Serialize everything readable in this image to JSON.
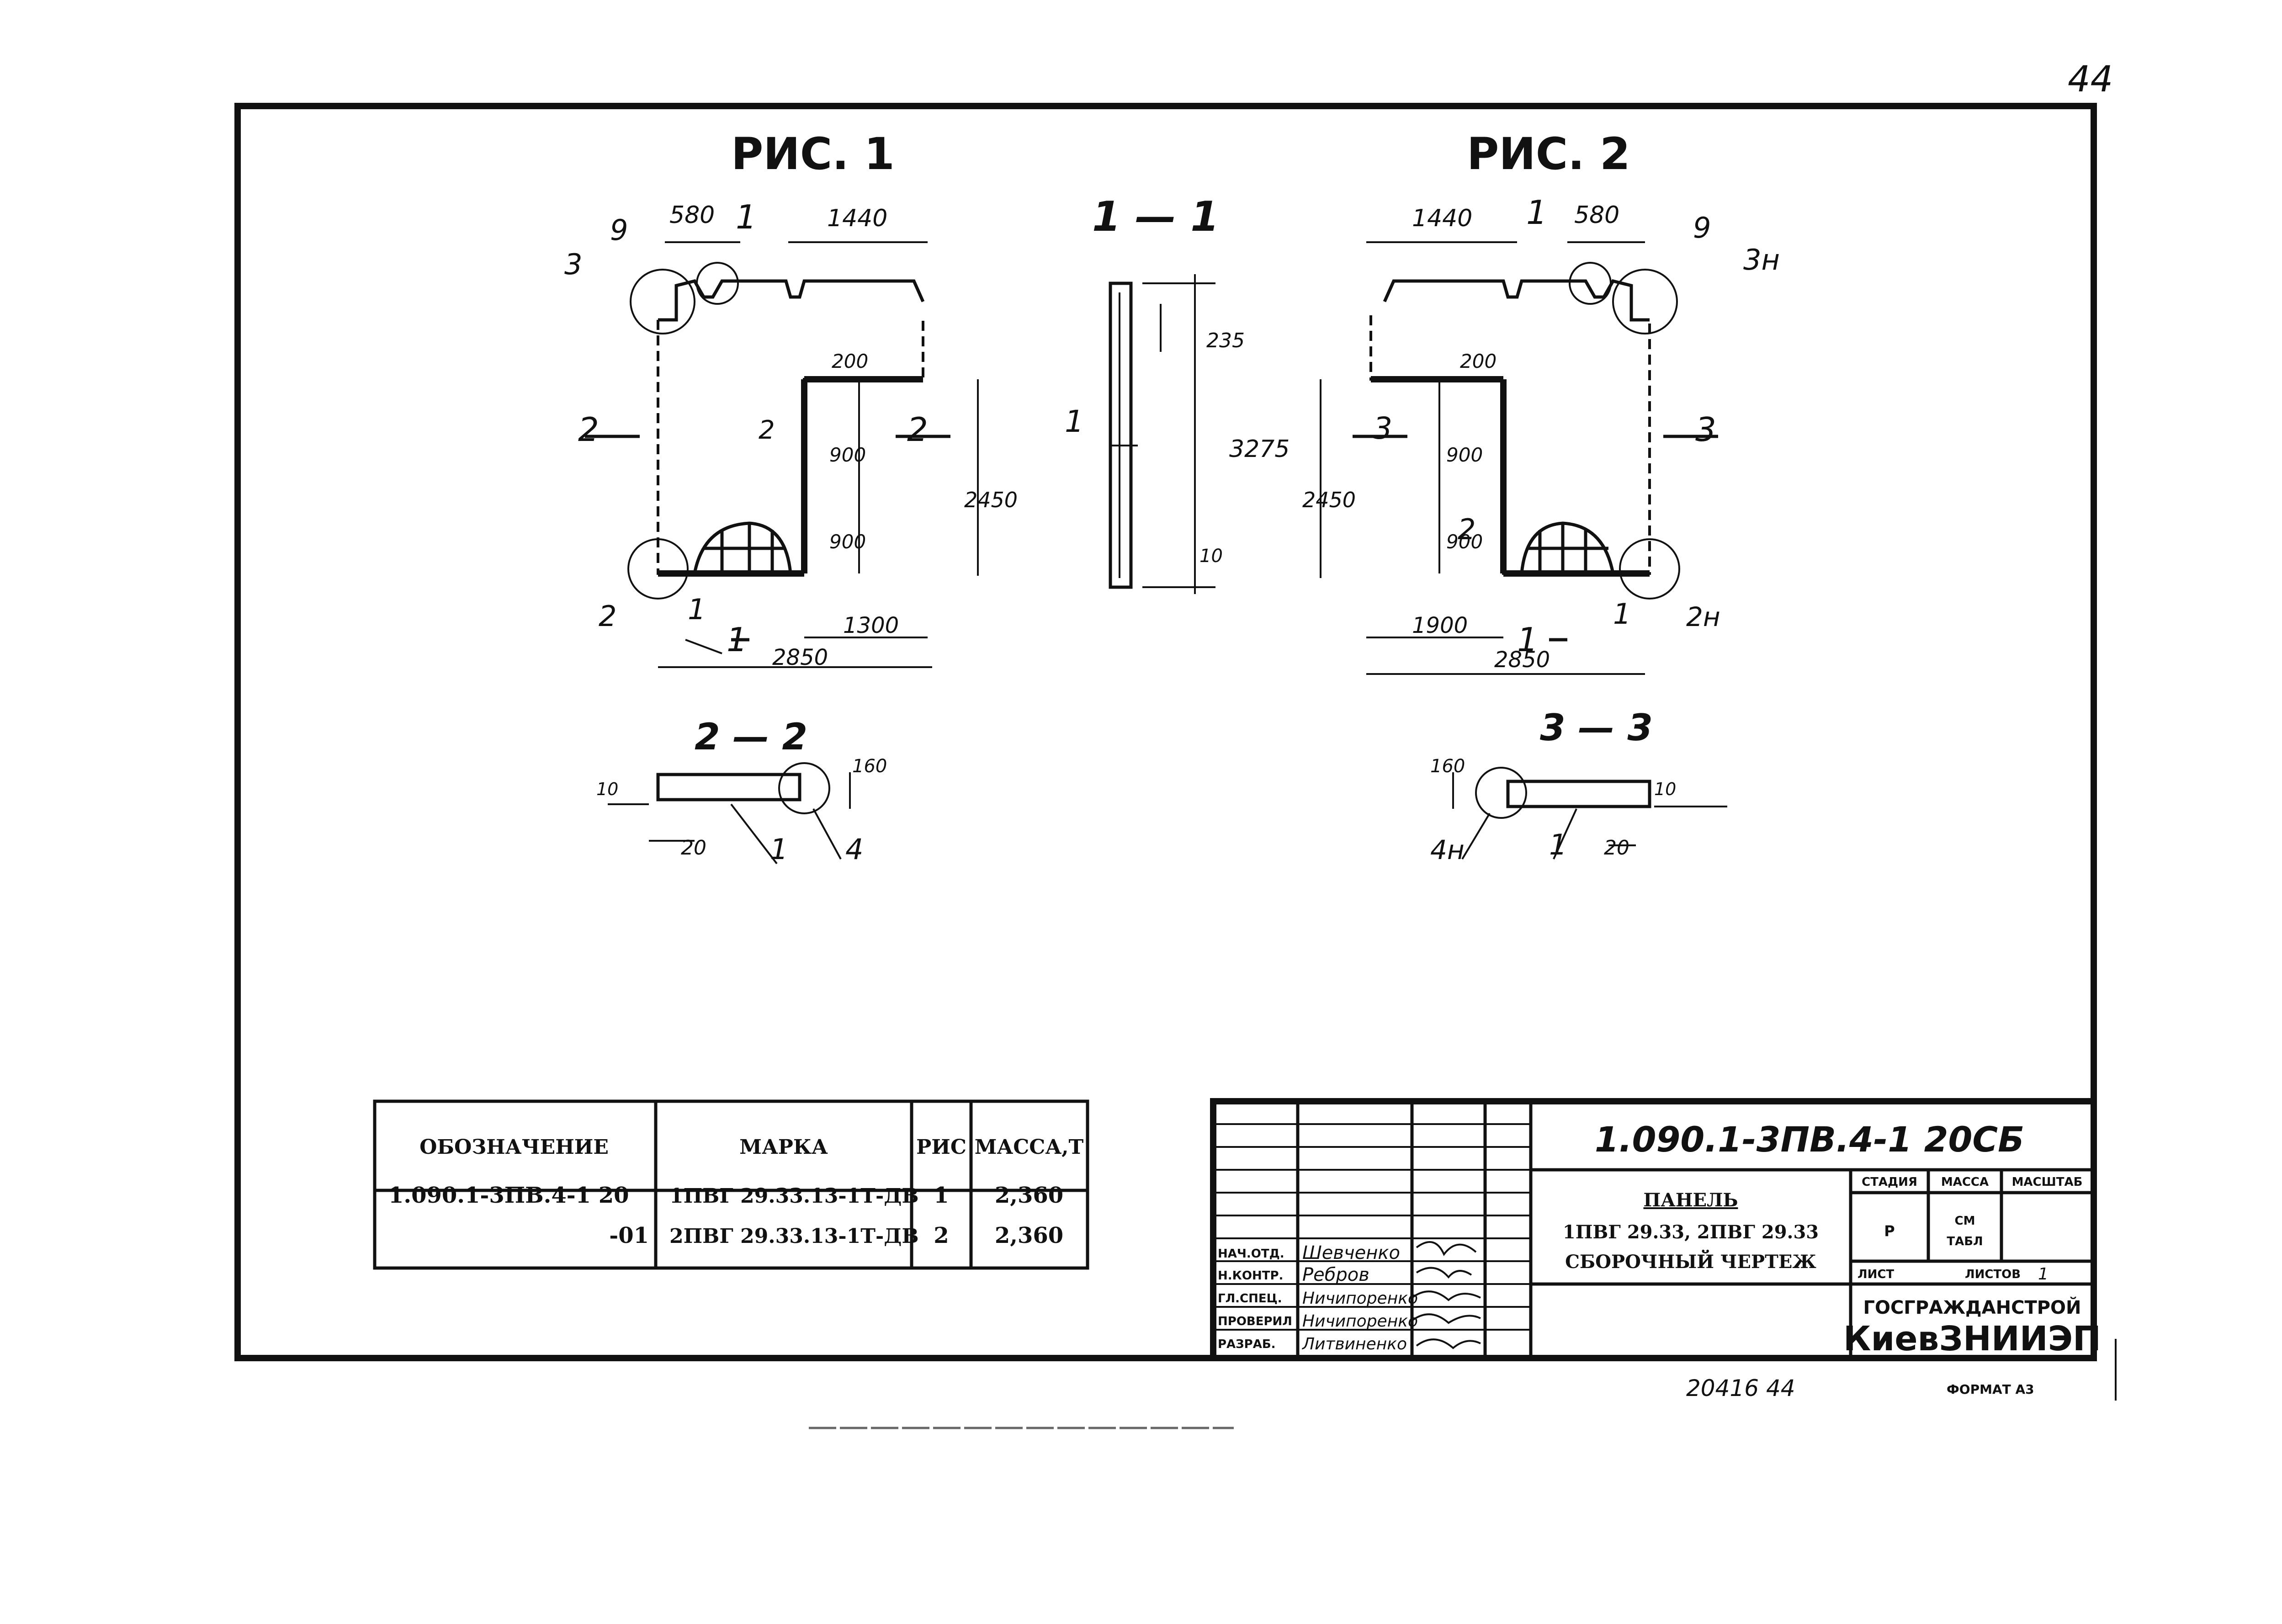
{
  "page_number": "44",
  "fig1": {
    "title": "РИС. 1",
    "dims": {
      "d580": "580",
      "d1440": "1440",
      "d200": "200",
      "d900a": "900",
      "d900b": "900",
      "d2450": "2450",
      "d1300": "1300",
      "d2850": "2850"
    },
    "callouts": {
      "c9": "9",
      "c3": "3",
      "c1_top": "1",
      "c2_left": "2",
      "c2_mid": "2",
      "c2_right": "2",
      "c2_bottom": "2",
      "c1_inner": "1",
      "c1_bottom": "1"
    }
  },
  "sec11": {
    "title": "1 — 1",
    "dims": {
      "d235": "235",
      "d3275": "3275",
      "d10": "10"
    },
    "callouts": {
      "c1": "1"
    }
  },
  "fig2": {
    "title": "РИС. 2",
    "dims": {
      "d1440": "1440",
      "d580": "580",
      "d200": "200",
      "d900a": "900",
      "d900b": "900",
      "d2450": "2450",
      "d1900": "1900",
      "d2850": "2850"
    },
    "callouts": {
      "c1_top": "1",
      "c9": "9",
      "c3n": "3н",
      "c3_left": "3",
      "c3_right": "3",
      "c2_mid": "2",
      "c1_bottom": "1",
      "c1_inner": "1",
      "c2n": "2н"
    }
  },
  "sec22": {
    "title": "2 — 2",
    "dims": {
      "d10": "10",
      "d160": "160",
      "d20": "20"
    },
    "callouts": {
      "c1": "1",
      "c4": "4"
    }
  },
  "sec33": {
    "title": "3 — 3",
    "dims": {
      "d160": "160",
      "d10": "10",
      "d20": "20"
    },
    "callouts": {
      "c4n": "4н",
      "c1": "1"
    }
  },
  "spec_table": {
    "headers": [
      "ОБОЗНАЧЕНИЕ",
      "МАРКА",
      "РИС",
      "МАССА,Т"
    ],
    "rows": [
      [
        "1.090.1-3ПВ.4-1 20",
        "1ПВГ 29.33.13-1Т-ДВ",
        "1",
        "2,360"
      ],
      [
        "-01",
        "2ПВГ 29.33.13-1Т-ДВ",
        "2",
        "2,360"
      ]
    ]
  },
  "title_block": {
    "code": "1.090.1-3ПВ.4-1 20СБ",
    "name_line1": "ПАНЕЛЬ",
    "name_line2": "1ПВГ 29.33, 2ПВГ 29.33",
    "name_line3": "СБОРОЧНЫЙ ЧЕРТЕЖ",
    "stage_header": "СТАДИЯ",
    "mass_header": "МАССА",
    "scale_header": "МАСШТАБ",
    "stage_value": "Р",
    "mass_value_1": "СМ",
    "mass_value_2": "ТАБЛ",
    "sheet_label": "ЛИСТ",
    "sheets_label": "ЛИСТОВ",
    "sheets_value": "1",
    "org_line1": "ГОСГРАЖДАНСТРОЙ",
    "org_line2": "КиевЗНИИЭП",
    "signatures": [
      {
        "role": "НАЧ.ОТД.",
        "name": "Шевченко"
      },
      {
        "role": "Н.КОНТР.",
        "name": "Ребров"
      },
      {
        "role": "ГЛ.СПЕЦ.",
        "name": "Ничипоренко"
      },
      {
        "role": "ПРОВЕРИЛ",
        "name": "Ничипоренко"
      },
      {
        "role": "РАЗРАБ.",
        "name": "Литвиненко"
      }
    ]
  },
  "footer": {
    "inventory": "20416   44",
    "format": "ФОРМАТ А3"
  }
}
